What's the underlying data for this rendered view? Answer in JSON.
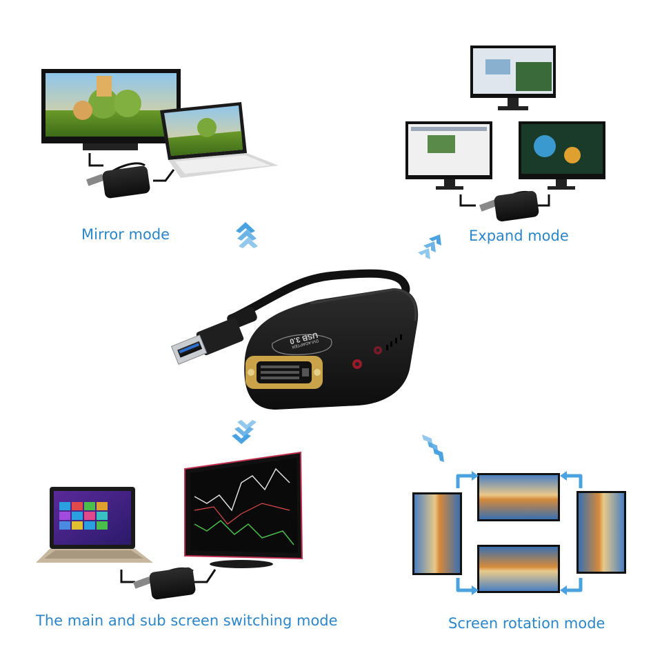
{
  "labels": {
    "mirror": "Mirror mode",
    "expand": "Expand mode",
    "switching": "The main and sub screen switching mode",
    "rotation": "Screen rotation mode"
  },
  "adapter": {
    "text_line1": "USB 3.0",
    "text_line2": "DVI ADAPTER"
  },
  "colors": {
    "label": "#2a86c8",
    "arrow": "#4aa3e0",
    "device": "#1c1c1c",
    "usb_blue": "#2f6fd0"
  }
}
